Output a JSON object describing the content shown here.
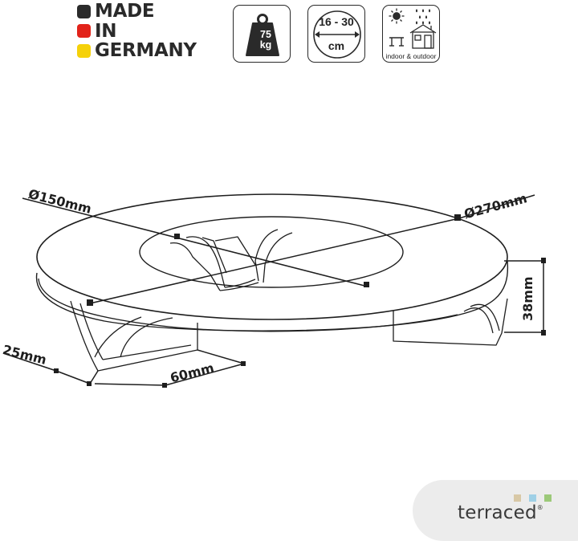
{
  "made_in": {
    "lines": [
      "MADE",
      "IN",
      "GERMANY"
    ],
    "colors": [
      "#2b2b2b",
      "#e2231a",
      "#f5d10a"
    ]
  },
  "badges": {
    "weight": {
      "icon": "weight-icon",
      "value": "75",
      "unit": "kg"
    },
    "size_range": {
      "icon": "diameter-range-icon",
      "value": "16 - 30",
      "unit": "cm"
    },
    "location": {
      "icons": [
        "sun-icon",
        "rain-icon",
        "table-icon",
        "house-icon"
      ],
      "label": "indoor & outdoor"
    }
  },
  "dimensions": {
    "inner_diameter": "Ø150mm",
    "outer_diameter": "Ø270mm",
    "height": "38mm",
    "foot_thickness": "25mm",
    "foot_width": "60mm"
  },
  "logo": {
    "text": "terraced",
    "mark": "®",
    "colors": [
      "#d8c8a6",
      "#9fd0e6",
      "#9cc979"
    ]
  }
}
